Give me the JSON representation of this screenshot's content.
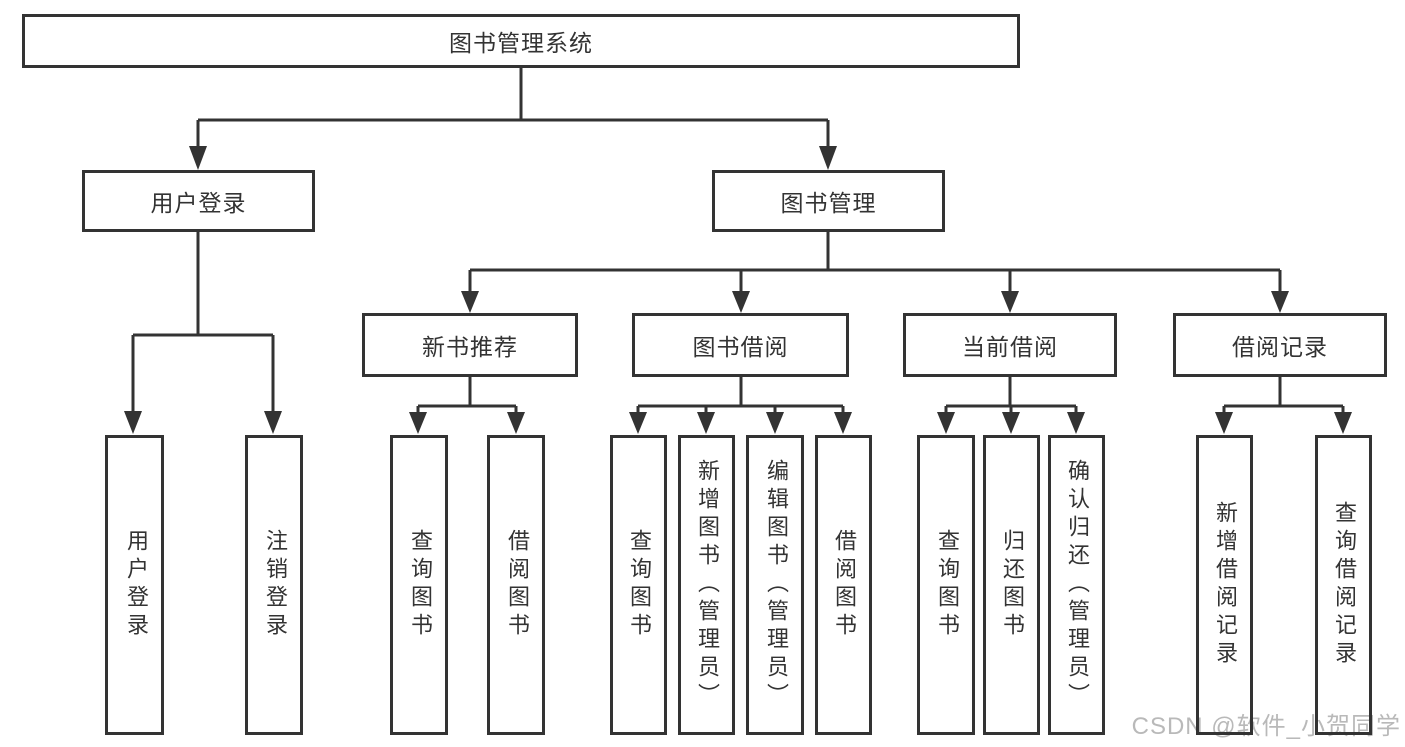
{
  "diagram": {
    "type": "hierarchy-tree",
    "root": {
      "label": "图书管理系统",
      "children": [
        {
          "label": "用户登录",
          "children": [
            {
              "label": "用户登录"
            },
            {
              "label": "注销登录"
            }
          ]
        },
        {
          "label": "图书管理",
          "children": [
            {
              "label": "新书推荐",
              "children": [
                {
                  "label": "查询图书"
                },
                {
                  "label": "借阅图书"
                }
              ]
            },
            {
              "label": "图书借阅",
              "children": [
                {
                  "label": "查询图书"
                },
                {
                  "label": "新增图书（管理员）"
                },
                {
                  "label": "编辑图书（管理员）"
                },
                {
                  "label": "借阅图书"
                }
              ]
            },
            {
              "label": "当前借阅",
              "children": [
                {
                  "label": "查询图书"
                },
                {
                  "label": "归还图书"
                },
                {
                  "label": "确认归还（管理员）"
                }
              ]
            },
            {
              "label": "借阅记录",
              "children": [
                {
                  "label": "新增借阅记录"
                },
                {
                  "label": "查询借阅记录"
                }
              ]
            }
          ]
        }
      ]
    }
  },
  "watermark": {
    "text": "CSDN @软件_小贺同学",
    "color": "#b9b9b9"
  },
  "colors": {
    "line": "#333333",
    "box_border": "#333333",
    "box_fill": "#ffffff",
    "text": "#333333",
    "background": "#ffffff"
  }
}
